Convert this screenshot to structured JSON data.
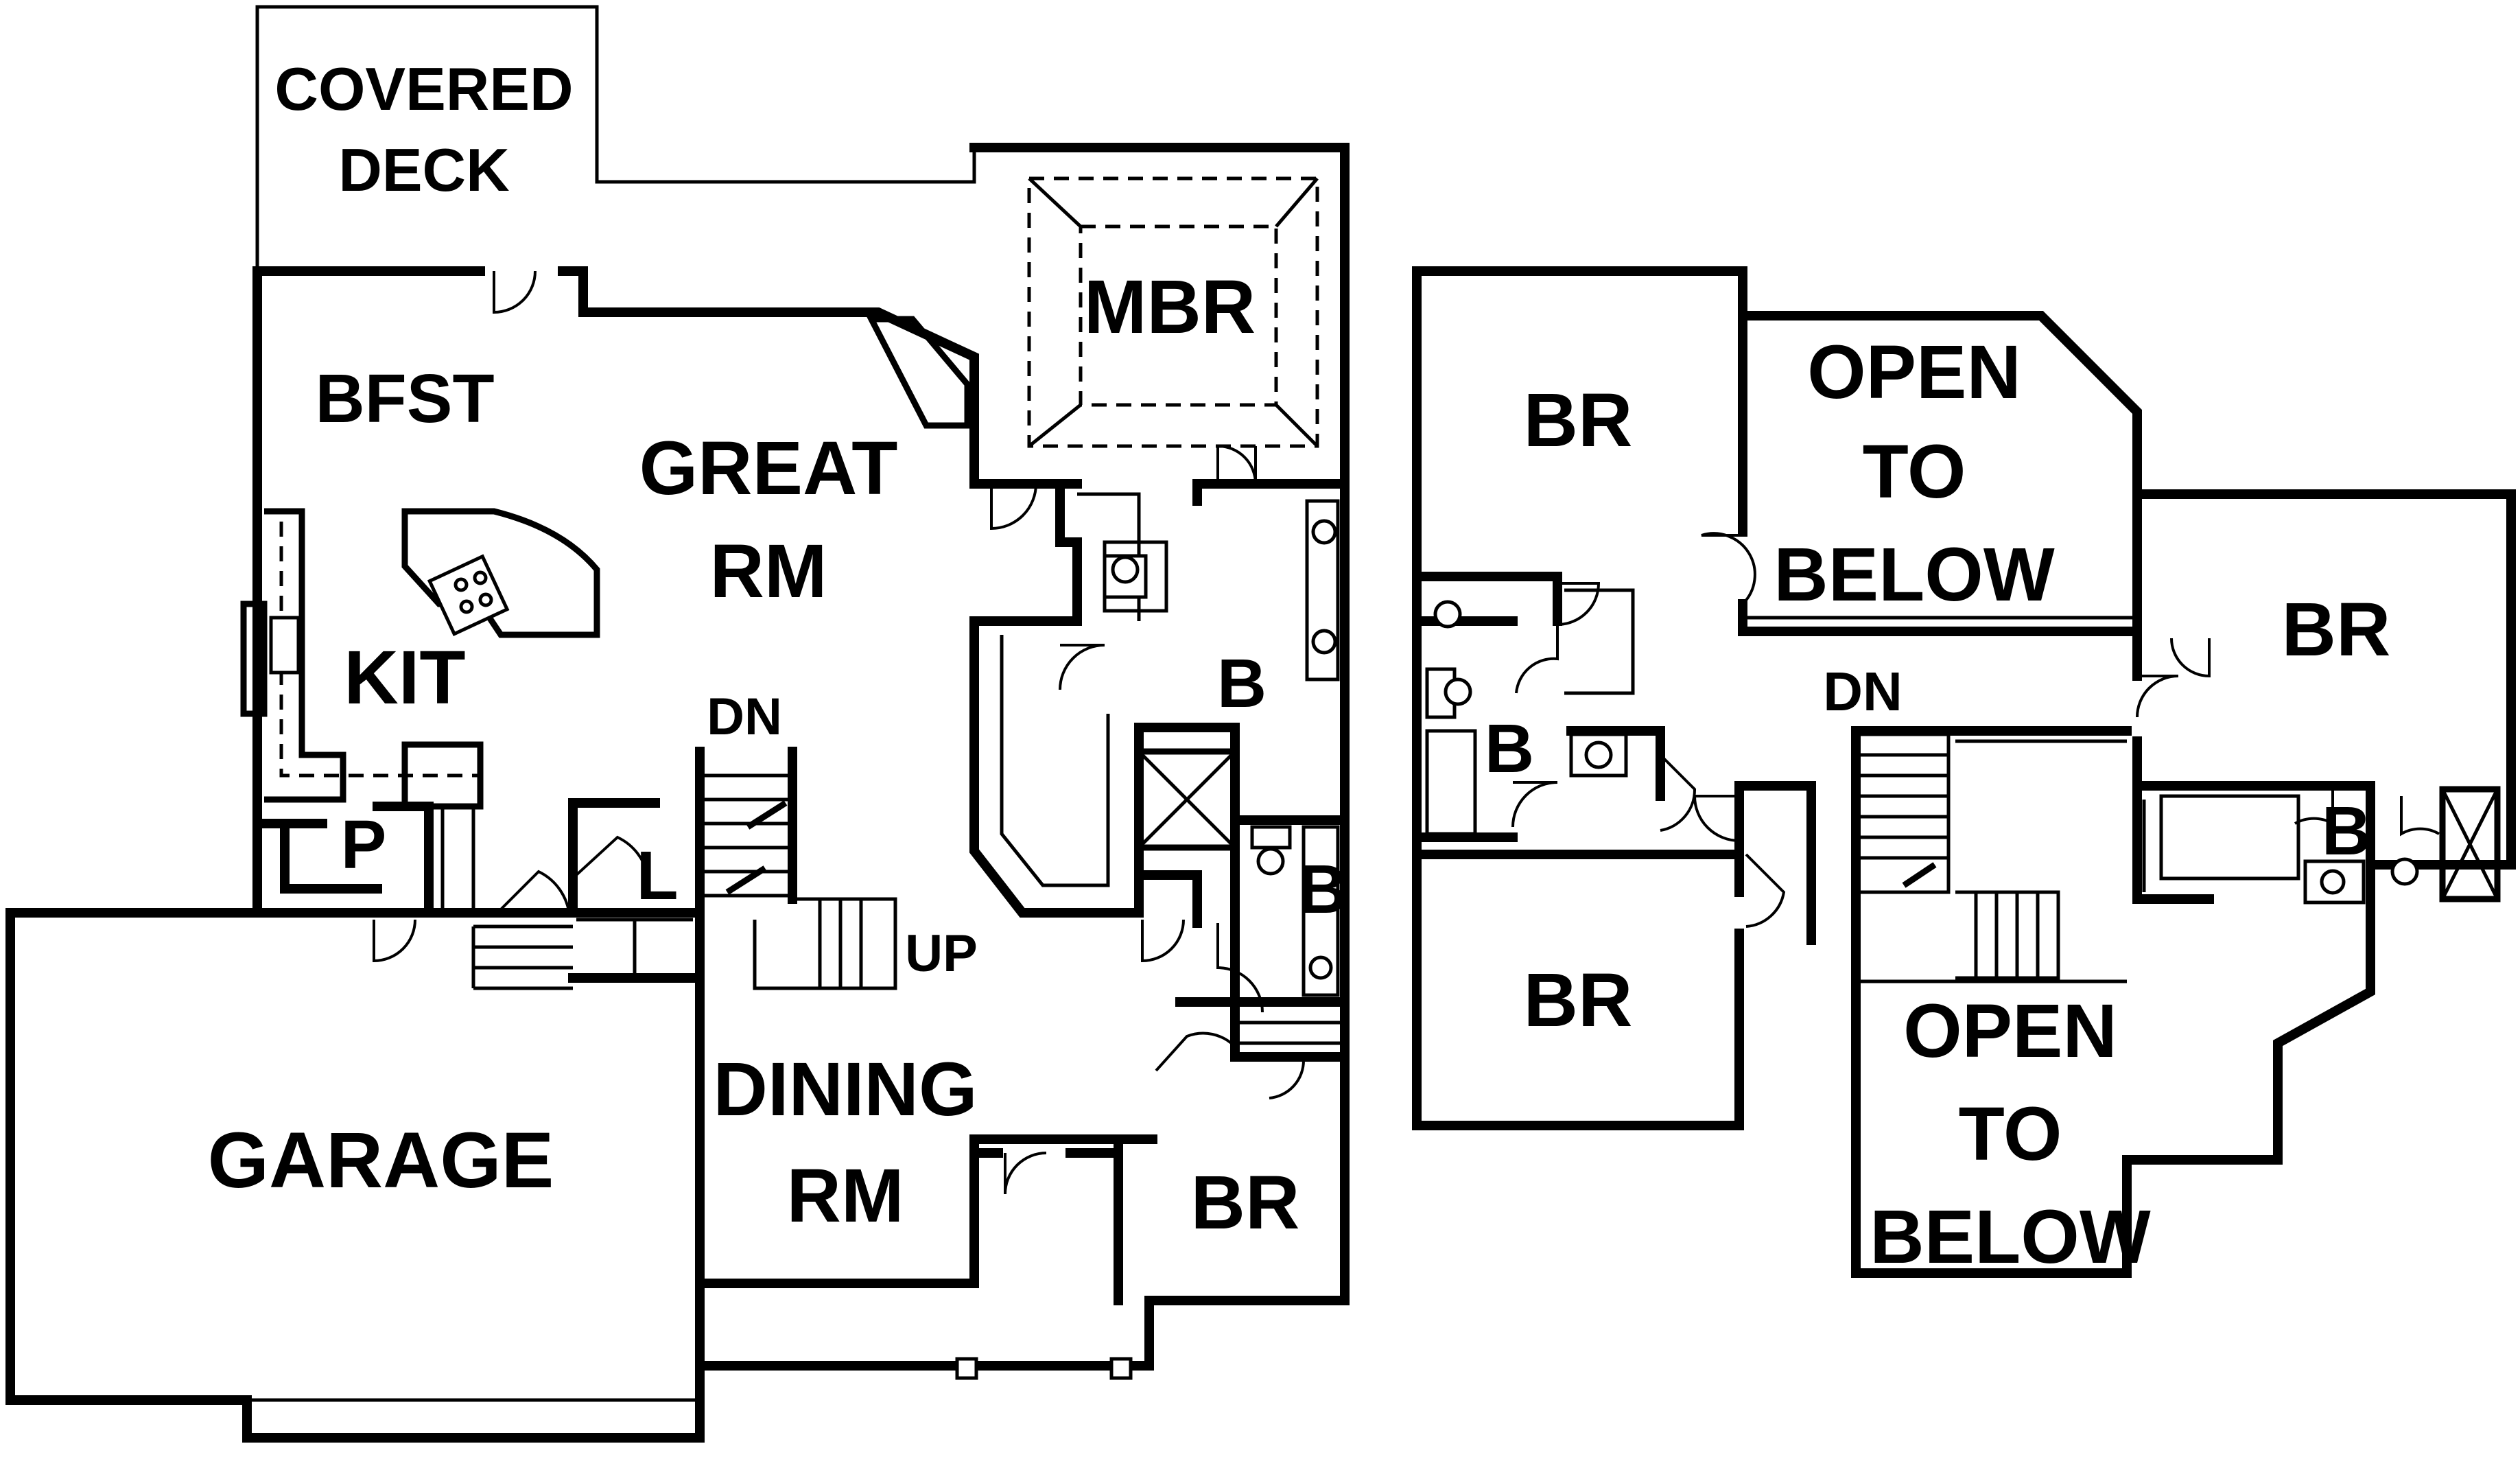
{
  "main_floor": {
    "rooms": {
      "covered_deck_line1": "COVERED",
      "covered_deck_line2": "DECK",
      "mbr": "MBR",
      "bfst": "BFST",
      "great_rm_line1": "GREAT",
      "great_rm_line2": "RM",
      "kit": "KIT",
      "bath_master": "B",
      "dn": "DN",
      "pantry": "P",
      "laundry": "L",
      "bath_hall": "B",
      "up": "UP",
      "dining_rm_line1": "DINING",
      "dining_rm_line2": "RM",
      "garage": "GARAGE",
      "br": "BR"
    }
  },
  "upper_floor": {
    "rooms": {
      "br_left_top": "BR",
      "open_top_line1": "OPEN",
      "open_top_line2": "TO",
      "open_top_line3": "BELOW",
      "br_right": "BR",
      "dn": "DN",
      "bath_left": "B",
      "bath_right": "B",
      "br_left_bottom": "BR",
      "open_bottom_line1": "OPEN",
      "open_bottom_line2": "TO",
      "open_bottom_line3": "BELOW"
    }
  }
}
